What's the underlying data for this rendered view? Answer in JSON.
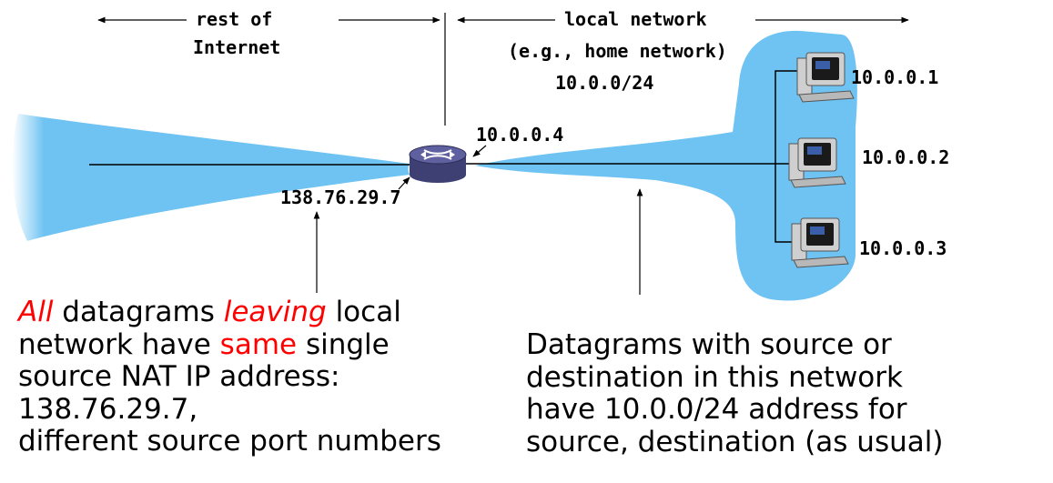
{
  "top": {
    "rest_line1": "rest of",
    "rest_line2": "Internet",
    "local_line1": "local network",
    "local_line2": "(e.g., home network)",
    "local_line3": "10.0.0/24"
  },
  "addresses": {
    "router_lan": "10.0.0.4",
    "router_wan": "138.76.29.7",
    "host1": "10.0.0.1",
    "host2": "10.0.0.2",
    "host3": "10.0.0.3"
  },
  "left_caption": {
    "all": "All",
    "t1": " datagrams ",
    "leaving": "leaving",
    "t2": " local",
    "l2a": "network have ",
    "same": "same",
    "l2b": " single",
    "l3": "source NAT IP address:",
    "l4": "138.76.29.7,",
    "l5": "different source port numbers"
  },
  "right_caption": {
    "l1": "Datagrams with source or",
    "l2": "destination in this network",
    "l3": "have 10.0.0/24 address for",
    "l4": "source, destination (as usual)"
  },
  "colors": {
    "cloud": "#6ec3f2",
    "highlight": "#ff0000",
    "router": "#4d4f86"
  }
}
